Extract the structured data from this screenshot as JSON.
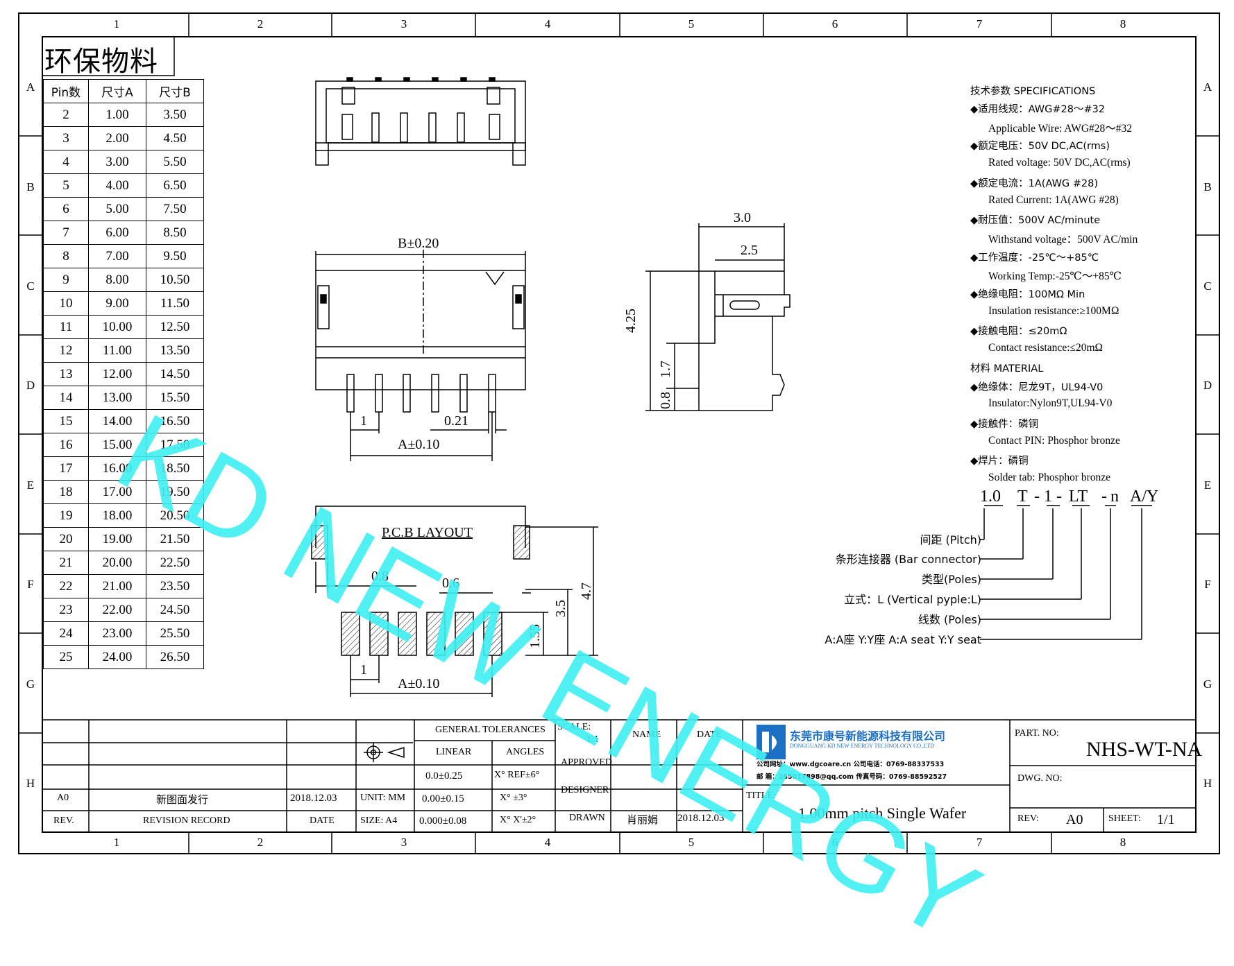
{
  "zones": {
    "columns": [
      "1",
      "2",
      "3",
      "4",
      "5",
      "6",
      "7",
      "8"
    ],
    "rows": [
      "A",
      "B",
      "C",
      "D",
      "E",
      "F",
      "G",
      "H"
    ]
  },
  "material_stamp": "环保物料",
  "pin_table": {
    "headers": [
      "Pin数",
      "尺寸A",
      "尺寸B"
    ],
    "rows": [
      [
        "2",
        "1.00",
        "3.50"
      ],
      [
        "3",
        "2.00",
        "4.50"
      ],
      [
        "4",
        "3.00",
        "5.50"
      ],
      [
        "5",
        "4.00",
        "6.50"
      ],
      [
        "6",
        "5.00",
        "7.50"
      ],
      [
        "7",
        "6.00",
        "8.50"
      ],
      [
        "8",
        "7.00",
        "9.50"
      ],
      [
        "9",
        "8.00",
        "10.50"
      ],
      [
        "10",
        "9.00",
        "11.50"
      ],
      [
        "11",
        "10.00",
        "12.50"
      ],
      [
        "12",
        "11.00",
        "13.50"
      ],
      [
        "13",
        "12.00",
        "14.50"
      ],
      [
        "14",
        "13.00",
        "15.50"
      ],
      [
        "15",
        "14.00",
        "16.50"
      ],
      [
        "16",
        "15.00",
        "17.50"
      ],
      [
        "17",
        "16.00",
        "18.50"
      ],
      [
        "18",
        "17.00",
        "19.50"
      ],
      [
        "19",
        "18.00",
        "20.50"
      ],
      [
        "20",
        "19.00",
        "21.50"
      ],
      [
        "21",
        "20.00",
        "22.50"
      ],
      [
        "22",
        "21.00",
        "23.50"
      ],
      [
        "23",
        "22.00",
        "24.50"
      ],
      [
        "24",
        "23.00",
        "25.50"
      ],
      [
        "25",
        "24.00",
        "26.50"
      ]
    ]
  },
  "front_view": {
    "dim_b": "B±0.20",
    "dim_pitch": "1",
    "dim_pin": "0.21",
    "dim_a": "A±0.10"
  },
  "side_view": {
    "dim_30": "3.0",
    "dim_25": "2.5",
    "dim_425": "4.25",
    "dim_17": "1.7",
    "dim_08": "0.8"
  },
  "pcb_layout": {
    "title": "P.C.B LAYOUT",
    "dim_08": "0.8",
    "dim_06": "0.6",
    "dim_35": "3.5",
    "dim_47": "4.7",
    "dim_155": "1.55",
    "dim_pitch": "1",
    "dim_a": "A±0.10"
  },
  "specs": {
    "heading": "技术参数  SPECIFICATIONS",
    "lines": [
      {
        "cn": "◆适用线规：AWG#28～#32",
        "en": "Applicable Wire: AWG#28～#32"
      },
      {
        "cn": "◆额定电压：50V DC,AC(rms)",
        "en": "Rated voltage: 50V DC,AC(rms)"
      },
      {
        "cn": "◆额定电流：1A(AWG #28)",
        "en": "Rated Current: 1A(AWG #28)"
      },
      {
        "cn": "◆耐压值：500V AC/minute",
        "en": "Withstand voltage：500V AC/min"
      },
      {
        "cn": "◆工作温度：-25℃～+85℃",
        "en": "Working Temp:-25℃～+85℃"
      },
      {
        "cn": "◆绝缘电阻：100MΩ Min",
        "en": "Insulation resistance:≥100MΩ"
      },
      {
        "cn": "◆接触电阻：≤20mΩ",
        "en": "Contact resistance:≤20mΩ"
      }
    ],
    "material_heading": "材料  MATERIAL",
    "material_lines": [
      {
        "cn": "◆绝缘体：尼龙9T，UL94-V0",
        "en": "Insulator:Nylon9T,UL94-V0"
      },
      {
        "cn": "◆接触件：磷铜",
        "en": "Contact PIN: Phosphor bronze"
      },
      {
        "cn": "◆焊片：磷铜",
        "en": "Solder tab: Phosphor bronze"
      }
    ]
  },
  "part_code": {
    "segments": [
      "1.0",
      "T",
      "-",
      "1",
      "-",
      "LT",
      "-",
      "n",
      "A/Y"
    ],
    "legend": [
      "间距 (Pitch)",
      "条形连接器 (Bar connector)",
      "类型(Poles)",
      "立式：L (Vertical pyple:L)",
      "线数 (Poles)",
      "A:A座 Y:Y座 A:A seat Y:Y seat"
    ]
  },
  "watermark": "KD NEW ENERGY",
  "title_block": {
    "rev_code": "A0",
    "rev_record": "新图面发行",
    "rev_date": "2018.12.03",
    "rev_label": "REV.",
    "revision_record_label": "REVISION RECORD",
    "date_label": "DATE",
    "unit": "UNIT: MM",
    "size": "SIZE: A4",
    "general_tolerances": "GENERAL TOLERANCES",
    "linear": "LINEAR",
    "angles": "ANGLES",
    "tol_rows": [
      [
        "0.0±0.25",
        "X° REF±6°"
      ],
      [
        "0.00±0.15",
        "X° ±3°"
      ],
      [
        "0.000±0.08",
        "X° X'±2°"
      ]
    ],
    "scale_label": "SCALE:",
    "scale": "1:1",
    "name_label": "NAME",
    "date_col_label": "DATE",
    "approved": "APPROVED",
    "designer": "DESIGNER",
    "drawn": "DRAWN",
    "drawn_name": "肖丽娟",
    "drawn_date": "2018.12.03",
    "company_cn": "东莞市康号新能源科技有限公司",
    "company_en": "DONGGUANG KD NEW ENERGY TECHNOLOGY CO.,LTD",
    "contact_1": "公司网址：www.dgcoare.cn  公司电话：0769-88337533",
    "contact_2": "邮    箱：285017898@qq.com  传真号码：0769-88592527",
    "title_label": "TITLE:",
    "title": "1.00mm pitch Single Wafer",
    "part_no_label": "PART. NO:",
    "part_no": "NHS-WT-NA",
    "dwg_no_label": "DWG. NO:",
    "rev_no_label": "REV:",
    "rev_no": "A0",
    "sheet_label": "SHEET:",
    "sheet": "1/1"
  }
}
